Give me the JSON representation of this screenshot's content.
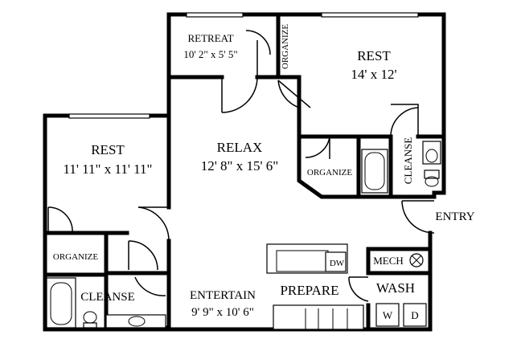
{
  "rooms": {
    "retreat": {
      "name": "RETREAT",
      "dim": "10' 2\" x 5' 5\""
    },
    "organize_closet_top": {
      "name": "ORGANIZE"
    },
    "rest_right": {
      "name": "REST",
      "dim": "14' x 12'"
    },
    "rest_left": {
      "name": "REST",
      "dim": "11' 11\" x 11' 11\""
    },
    "relax": {
      "name": "RELAX",
      "dim": "12' 8\" x 15' 6\""
    },
    "organize_right": {
      "name": "ORGANIZE"
    },
    "cleanse_right": {
      "name": "CLEANSE"
    },
    "entry": {
      "name": "ENTRY"
    },
    "organize_left": {
      "name": "ORGANIZE"
    },
    "dw": {
      "name": "DW"
    },
    "mech": {
      "name": "MECH"
    },
    "cleanse_left": {
      "name": "CLEANSE"
    },
    "entertain": {
      "name": "ENTERTAIN",
      "dim": "9' 9\" x 10' 6\""
    },
    "prepare": {
      "name": "PREPARE"
    },
    "wash": {
      "name": "WASH"
    },
    "washer": {
      "name": "W"
    },
    "dryer": {
      "name": "D"
    }
  }
}
